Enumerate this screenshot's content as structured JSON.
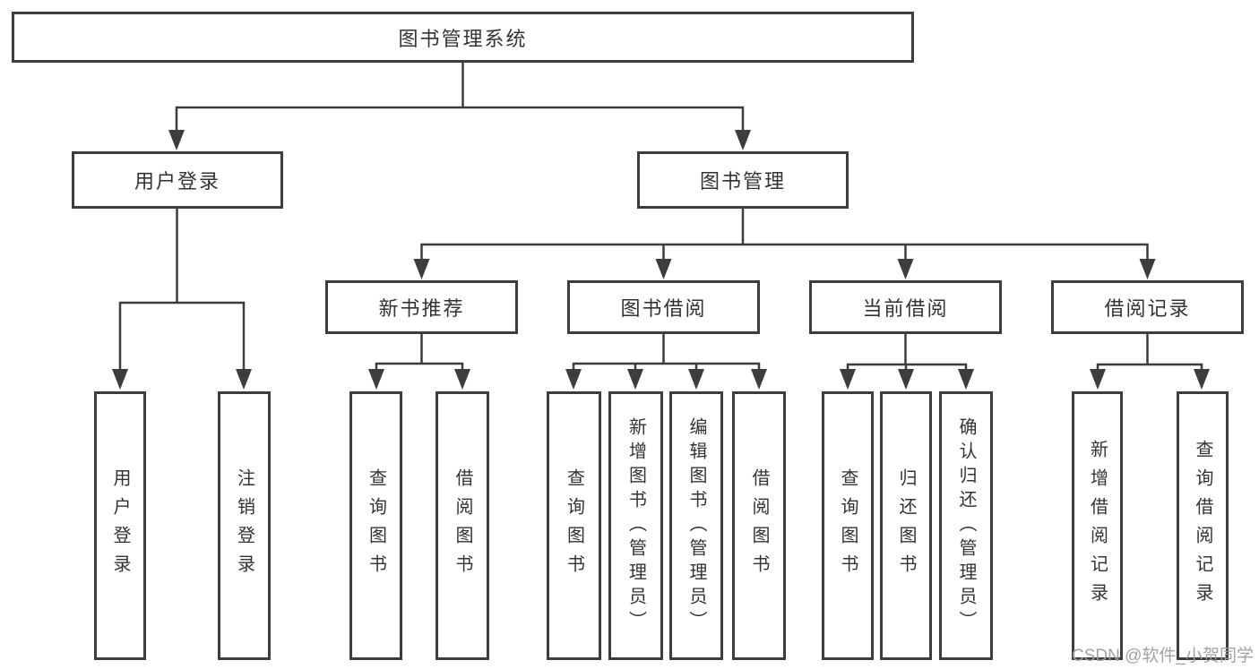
{
  "colors": {
    "line": "#3d3d3d",
    "box_border": "#3d3d3d",
    "text": "#333333",
    "watermark": "#9e9e9e",
    "background": "#ffffff"
  },
  "watermark": {
    "text": "CSDN @软件_小贺同学"
  },
  "tree": {
    "root": {
      "label": "图书管理系统"
    },
    "branches": [
      {
        "label": "用户登录",
        "children": [
          {
            "label": "用户登录"
          },
          {
            "label": "注销登录"
          }
        ]
      },
      {
        "label": "图书管理",
        "groups": [
          {
            "label": "新书推荐",
            "children": [
              {
                "label": "查询图书"
              },
              {
                "label": "借阅图书"
              }
            ]
          },
          {
            "label": "图书借阅",
            "children": [
              {
                "label": "查询图书"
              },
              {
                "label": "新增图书（管理员）"
              },
              {
                "label": "编辑图书（管理员）"
              },
              {
                "label": "借阅图书"
              }
            ]
          },
          {
            "label": "当前借阅",
            "children": [
              {
                "label": "查询图书"
              },
              {
                "label": "归还图书"
              },
              {
                "label": "确认归还（管理员）"
              }
            ]
          },
          {
            "label": "借阅记录",
            "children": [
              {
                "label": "新增借阅记录"
              },
              {
                "label": "查询借阅记录"
              }
            ]
          }
        ]
      }
    ]
  }
}
